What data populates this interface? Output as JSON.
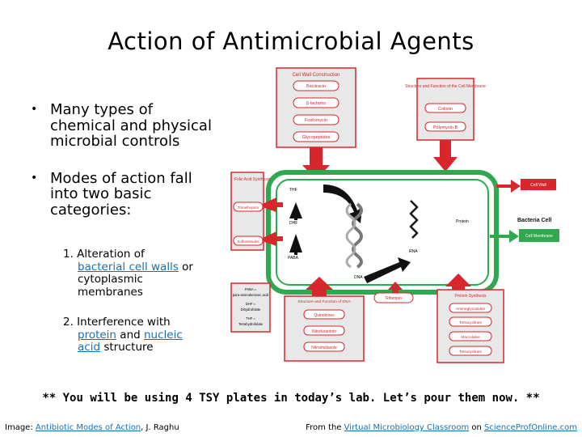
{
  "title": "Action of Antimicrobial Agents",
  "bullets": [
    {
      "text": "Many types of chemical and physical microbial controls"
    },
    {
      "text": "Modes of action fall into two basic categories:"
    }
  ],
  "sub1": {
    "num": "1. Alteration of",
    "link": "bacterial cell walls",
    "rest1": "or",
    "rest2": "cytoplasmic",
    "rest3": "membranes"
  },
  "sub2": {
    "num": "2. Interference with",
    "link1": "protein",
    "mid": "and",
    "link2": "nucleic",
    "link3": "acid",
    "rest": "structure"
  },
  "note": "** You will be using 4 TSY plates in today’s lab. Let’s pour them now. **",
  "credit_left": {
    "prefix": "Image:",
    "link": "Antibiotic Modes of Action",
    "suffix": ", J. Raghu"
  },
  "credit_right": {
    "prefix": "From the",
    "link1": "Virtual Microbiology Classroom",
    "mid": "on",
    "link2": "ScienceProfOnline.com"
  },
  "diagram": {
    "cellwall": {
      "title": "Cell Wall Construction",
      "items": [
        "Bacitracin",
        "β-lactams",
        "Fosfomycin",
        "Glycopeptides"
      ]
    },
    "membrane": {
      "title": "Structure and Function of the Cell Membrane",
      "items": [
        "Colistin",
        "Polymyxin B"
      ]
    },
    "folic": {
      "title": "Folic Acid Synthesis",
      "items": [
        "Trimethoprim",
        "Sulfonamides"
      ]
    },
    "dna": {
      "title": "Structure and Function of DNA",
      "items": [
        "Quinolones",
        "Nitrofurantoin",
        "Nitroimidazole"
      ]
    },
    "protein": {
      "title": "Protein Synthesis",
      "items": [
        "Aminoglycosides",
        "Tetracyclines",
        "Macrolides",
        "Tetracyclines"
      ]
    },
    "rifampin": "Rifampin",
    "legend": [
      "PABA =",
      "para-aminobenzoic acid",
      "DHF =",
      "Dihydrofolate",
      "THF =",
      "Tetrahydrofolate"
    ],
    "cell": {
      "thf": "THF",
      "dhf": "DHF",
      "paba": "PABA",
      "dna": "DNA",
      "rna": "RNA",
      "protein": "Protein",
      "label": "Bacteria Cell"
    },
    "side": {
      "wall": "Cell Wall",
      "membrane": "Cell Membrane"
    },
    "colors": {
      "red": "#d9262c",
      "green": "#2fa84f",
      "panel": "#e8e8e8",
      "dark": "#111111"
    }
  }
}
